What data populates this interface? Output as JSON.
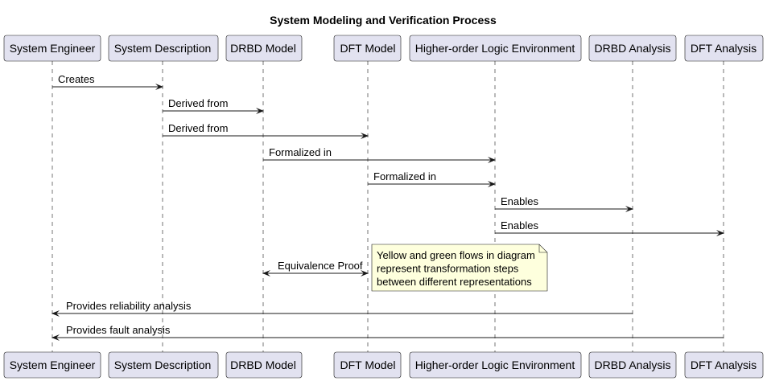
{
  "title": "System Modeling and Verification Process",
  "participants": [
    "System Engineer",
    "System Description",
    "DRBD Model",
    "DFT Model",
    "Higher-order Logic Environment",
    "DRBD Analysis",
    "DFT Analysis"
  ],
  "messages": [
    {
      "from": 0,
      "to": 1,
      "label": "Creates"
    },
    {
      "from": 1,
      "to": 2,
      "label": "Derived from"
    },
    {
      "from": 1,
      "to": 3,
      "label": "Derived from"
    },
    {
      "from": 2,
      "to": 4,
      "label": "Formalized in"
    },
    {
      "from": 3,
      "to": 4,
      "label": "Formalized in"
    },
    {
      "from": 4,
      "to": 5,
      "label": "Enables"
    },
    {
      "from": 4,
      "to": 6,
      "label": "Enables"
    },
    {
      "from": 2,
      "to": 3,
      "label": "Equivalence Proof",
      "bidirectional": true
    },
    {
      "from": 5,
      "to": 0,
      "label": "Provides reliability analysis"
    },
    {
      "from": 6,
      "to": 0,
      "label": "Provides fault analysis"
    }
  ],
  "note": {
    "attached_to": 3,
    "lines": [
      "Yellow and green flows in diagram",
      "represent transformation steps",
      "between different representations"
    ]
  },
  "colors": {
    "participant_fill": "#E2E2F0",
    "note_fill": "#FEFFDD",
    "line": "#181818"
  }
}
